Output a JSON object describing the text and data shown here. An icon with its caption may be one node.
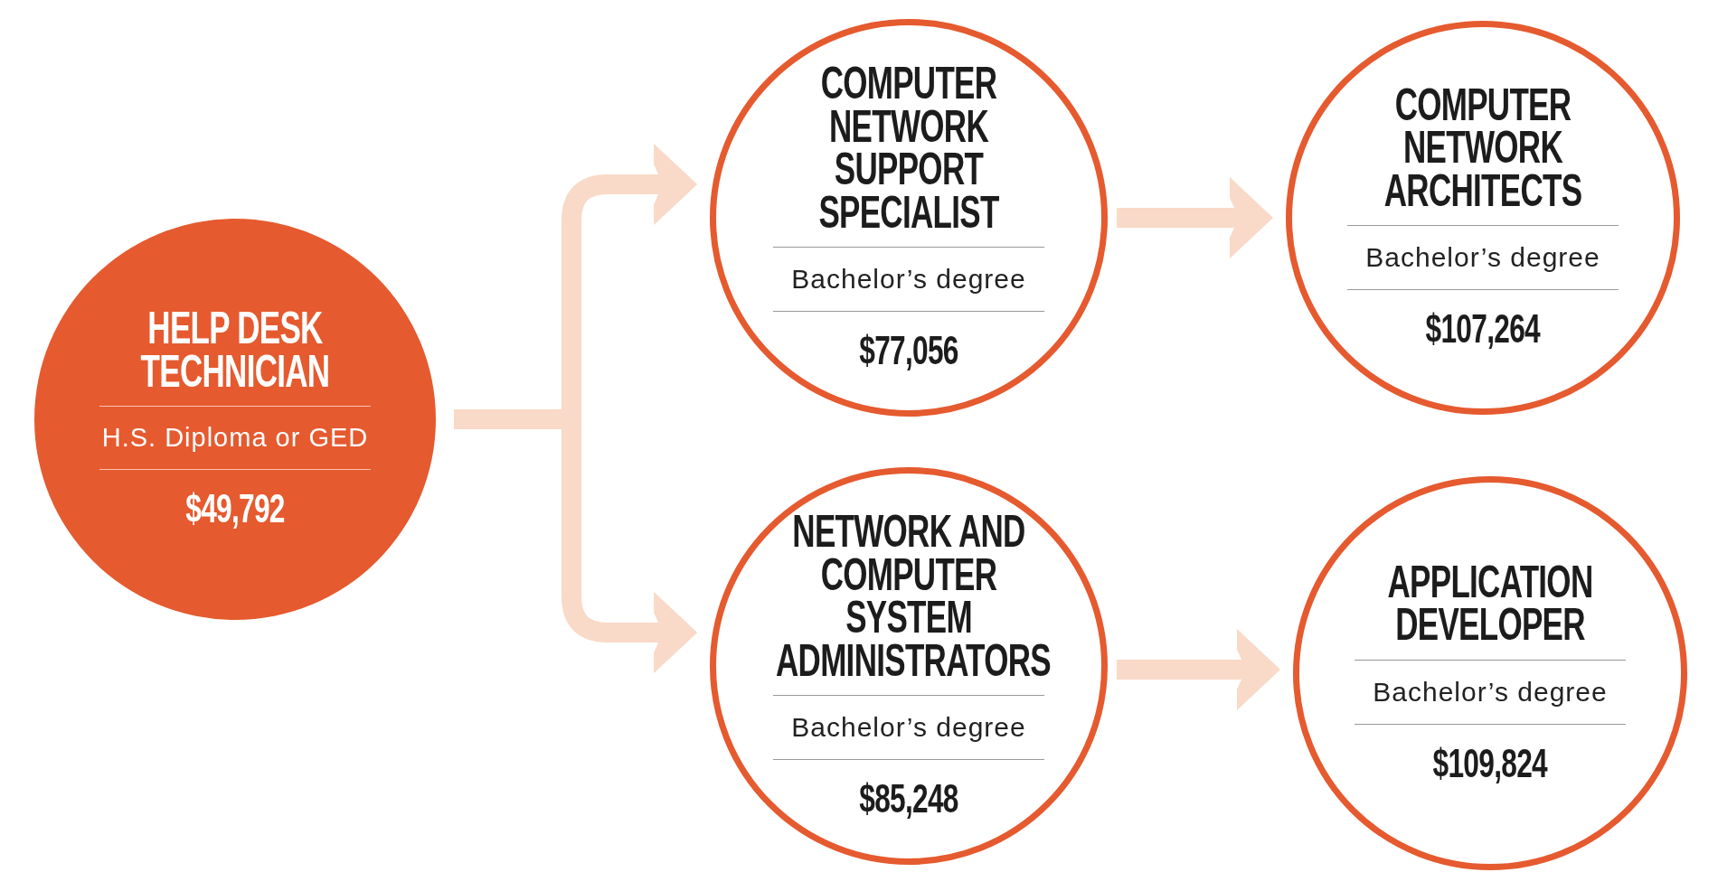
{
  "diagram": {
    "nodes": [
      {
        "text": [
          "HELP DESK TECHNICIAN",
          "H.S. Diploma or GED",
          "$49,792"
        ]
      },
      {
        "text": [
          "COMPUTER NETWORK SUPPORT SPECIALIST",
          "Bachelor’s degree",
          "$77,056"
        ]
      },
      {
        "text": [
          "NETWORK AND COMPUTER SYSTEM ADMINISTRATORS",
          "Bachelor’s degree",
          "$85,248"
        ]
      },
      {
        "text": [
          "COMPUTER NETWORK ARCHITECTS",
          "Bachelor’s degree",
          "$107,264"
        ]
      },
      {
        "text": [
          "APPLICATION DEVELOPER",
          "Bachelor’s degree",
          "$109,824"
        ]
      }
    ],
    "edges": [
      {
        "from": 0,
        "to": 1,
        "arrow": "to"
      },
      {
        "from": 0,
        "to": 2,
        "arrow": "to"
      },
      {
        "from": 1,
        "to": 3,
        "arrow": "to"
      },
      {
        "from": 2,
        "to": 4,
        "arrow": "to"
      }
    ]
  }
}
